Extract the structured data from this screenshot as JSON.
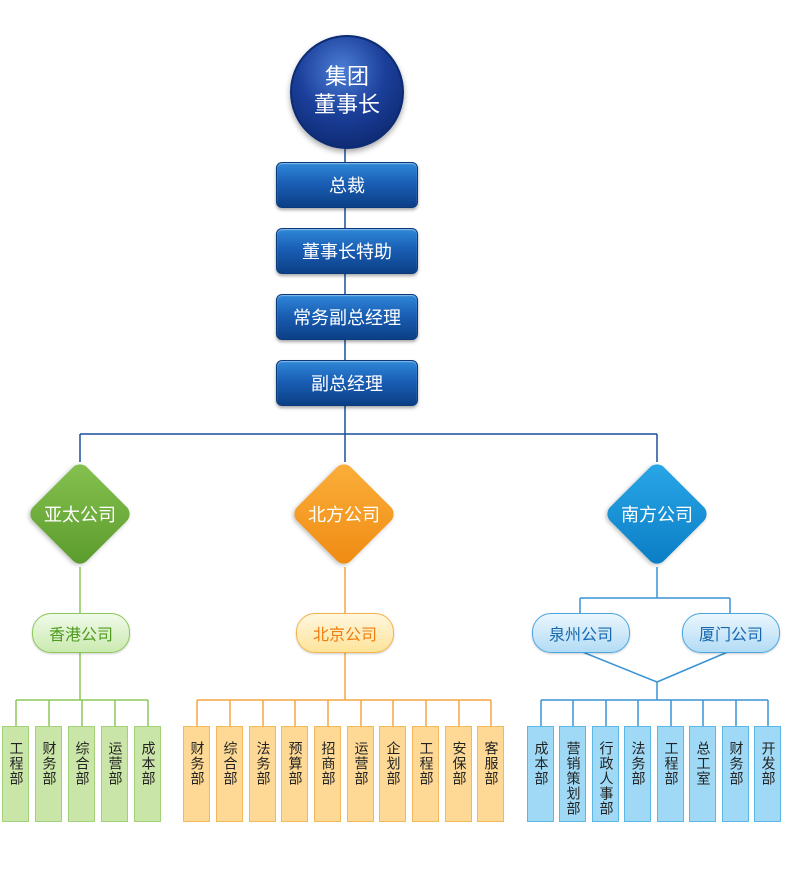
{
  "chairman": "集团\n董事长",
  "executives": [
    "总裁",
    "董事长特助",
    "常务副总经理",
    "副总经理"
  ],
  "regions": [
    {
      "name": "亚太公司",
      "color": "#6aaa3a",
      "subsidiaries": [
        "香港公司"
      ],
      "departments": [
        "工程部",
        "财务部",
        "综合部",
        "运营部",
        "成本部"
      ]
    },
    {
      "name": "北方公司",
      "color": "#f5951f",
      "subsidiaries": [
        "北京公司"
      ],
      "departments": [
        "财务部",
        "综合部",
        "法务部",
        "预算部",
        "招商部",
        "运营部",
        "企划部",
        "工程部",
        "安保部",
        "客服部"
      ]
    },
    {
      "name": "南方公司",
      "color": "#1a8fd6",
      "subsidiaries": [
        "泉州公司",
        "厦门公司"
      ],
      "departments": [
        "成本部",
        "营销策划部",
        "行政人事部",
        "法务部",
        "工程部",
        "总工室",
        "财务部",
        "开发部"
      ]
    }
  ]
}
